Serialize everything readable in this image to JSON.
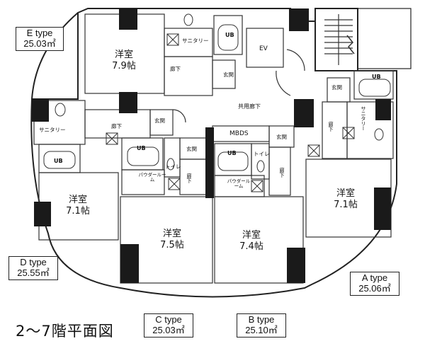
{
  "title": "2〜7階平面図",
  "types": {
    "E": {
      "name": "E type",
      "area": "25.03㎡"
    },
    "D": {
      "name": "D type",
      "area": "25.55㎡"
    },
    "C": {
      "name": "C type",
      "area": "25.03㎡"
    },
    "B": {
      "name": "B type",
      "area": "25.10㎡"
    },
    "A": {
      "name": "A type",
      "area": "25.06㎡"
    }
  },
  "rooms": {
    "E": {
      "name": "洋室",
      "size": "7.9帖"
    },
    "D": {
      "name": "洋室",
      "size": "7.1帖"
    },
    "C": {
      "name": "洋室",
      "size": "7.5帖"
    },
    "B": {
      "name": "洋室",
      "size": "7.4帖"
    },
    "A": {
      "name": "洋室",
      "size": "7.1帖"
    }
  },
  "labels": {
    "ub": "UB",
    "ev": "EV",
    "mbds": "MBDS",
    "corridor": "共用廊下",
    "hallway": "廊下",
    "entrance": "玄関",
    "sanitary": "サニタリー",
    "toilet": "トイレ",
    "powder_room": "パウダールーム"
  }
}
